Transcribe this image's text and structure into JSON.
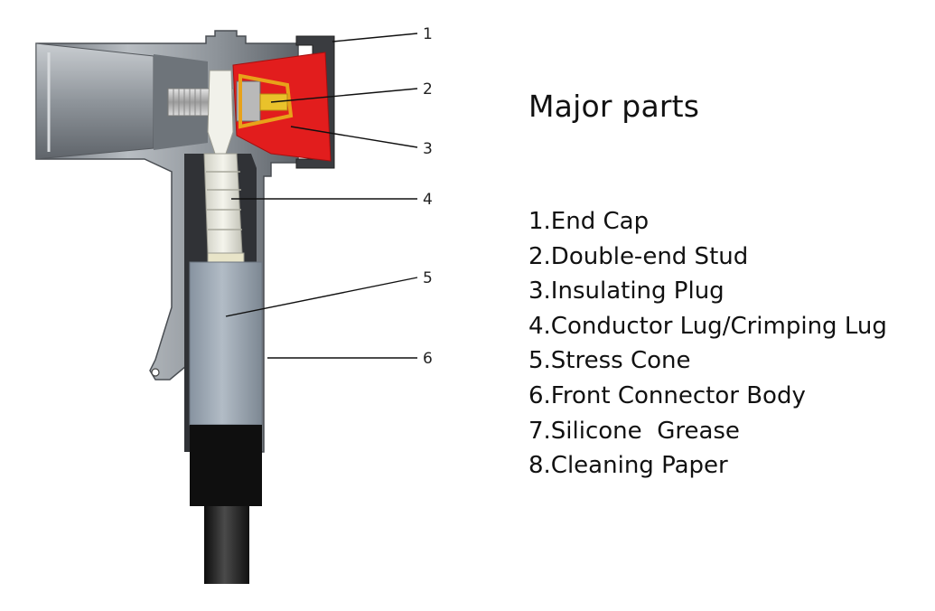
{
  "title": "Major parts",
  "parts": [
    "1.End Cap",
    "2.Double-end Stud",
    "3.Insulating Plug",
    "4.Conductor Lug/Crimping Lug",
    "5.Stress Cone",
    "6.Front Connector Body",
    "7.Silicone  Grease",
    "8.Cleaning Paper"
  ],
  "callouts": [
    "1",
    "2",
    "3",
    "4",
    "5",
    "6"
  ],
  "colors": {
    "insulating_plug": "#e21d1d",
    "stud_outline": "#e8a21a",
    "housing": "#8f959b",
    "housing_dark": "#2d2f33",
    "stress_cone": "#9aa6b1",
    "cable_jacket": "#111111"
  }
}
